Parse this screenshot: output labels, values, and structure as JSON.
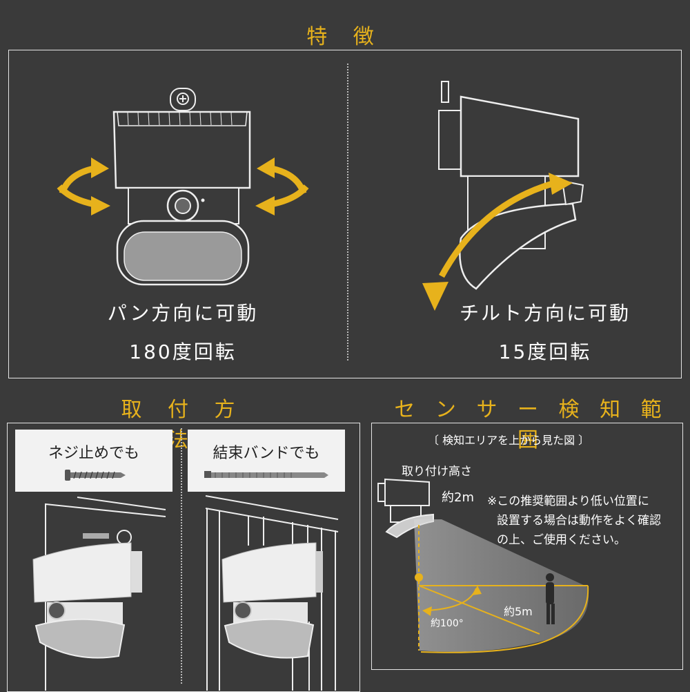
{
  "features": {
    "title": "特 徴",
    "pan": {
      "caption": "パン方向に可動",
      "rotation": "180度回転"
    },
    "tilt": {
      "caption": "チルト方向に可動",
      "rotation": "15度回転"
    }
  },
  "mounting": {
    "title": "取 付 方 法",
    "screw_label": "ネジ止めでも",
    "band_label": "結束バンドでも"
  },
  "sensor": {
    "title": "セ ン サ ー 検 知 範 囲",
    "subtitle": "〔 検知エリアを上から見た図 〕",
    "mount_height_label": "取り付け高さ",
    "height_value": "約2m",
    "range_value": "約5m",
    "angle_value": "約100°",
    "note_line1": "※この推奨範囲より低い位置に",
    "note_line2": "設置する場合は動作をよく確認",
    "note_line3": "の上、ご使用ください。"
  },
  "colors": {
    "accent": "#e7b21c",
    "background": "#3a3a3a",
    "panel_border": "#e6e6e6"
  }
}
